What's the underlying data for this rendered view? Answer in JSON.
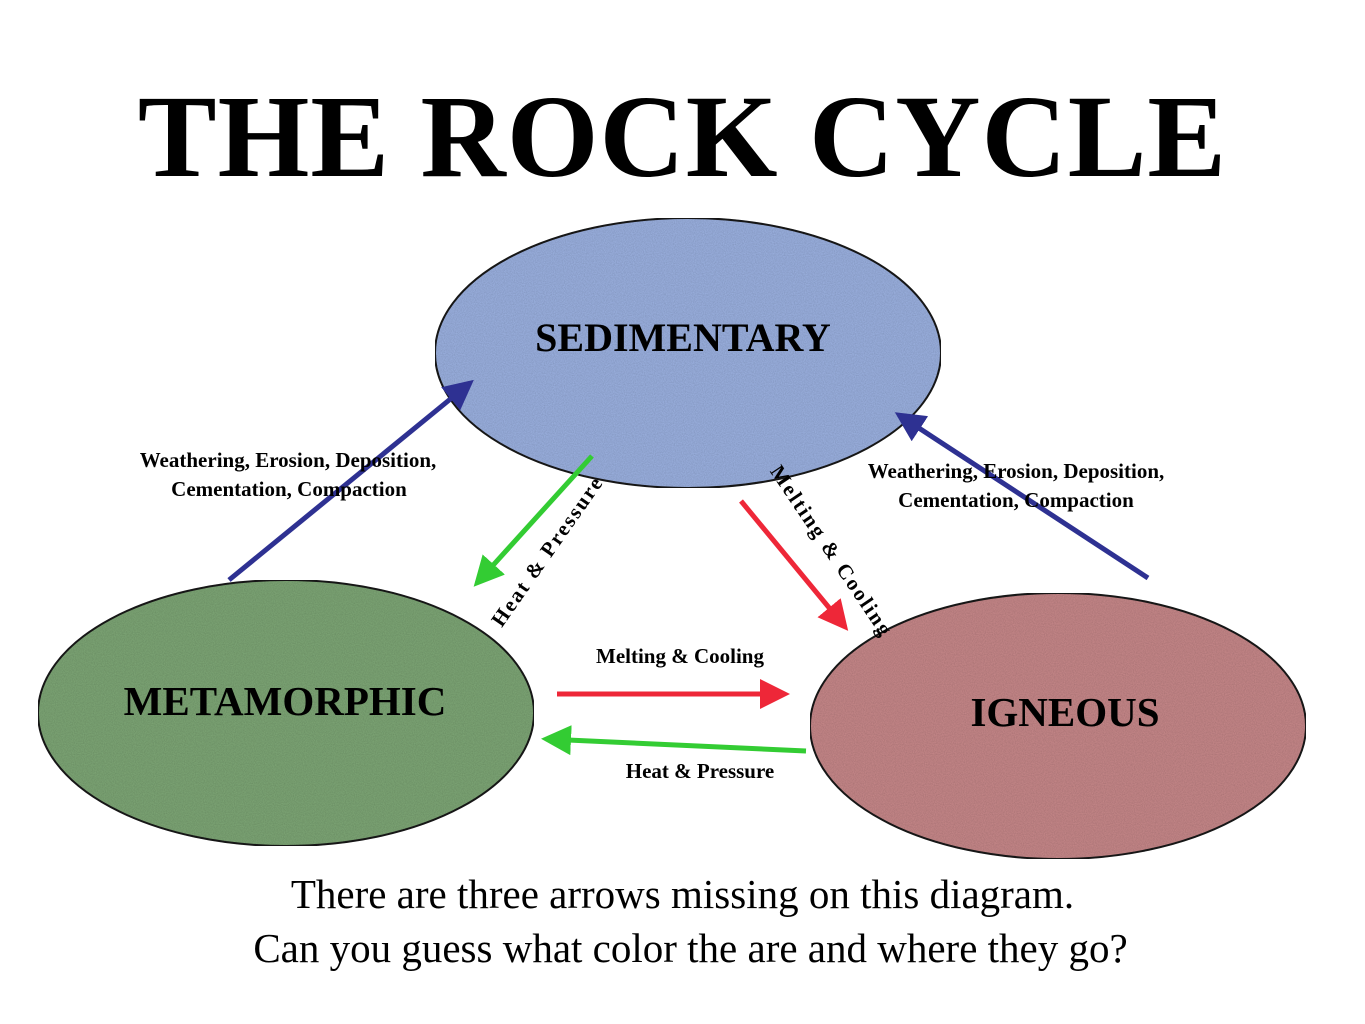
{
  "title": "THE ROCK CYCLE",
  "colors": {
    "sedimentary": "#9db3e3",
    "metamorphic": "#7fa877",
    "igneous": "#c9898b",
    "blue_arrow": "#2e3192",
    "green_arrow": "#33cc33",
    "red_arrow": "#ee2738"
  },
  "nodes": {
    "sedimentary": "SEDIMENTARY",
    "metamorphic": "METAMORPHIC",
    "igneous": "IGNEOUS"
  },
  "labels": {
    "weathering_left_1": "Weathering, Erosion, Deposition,",
    "weathering_left_2": "Cementation, Compaction",
    "weathering_right_1": "Weathering, Erosion, Deposition,",
    "weathering_right_2": "Cementation, Compaction",
    "heat_pressure_diag": "Heat & Pressure",
    "melting_cooling_diag": "Melting & Cooling",
    "melting_cooling_horiz": "Melting & Cooling",
    "heat_pressure_horiz": "Heat & Pressure"
  },
  "caption": {
    "line1": "There are three arrows missing on this diagram.",
    "line2": "Can you guess what color the are and where they go?"
  }
}
